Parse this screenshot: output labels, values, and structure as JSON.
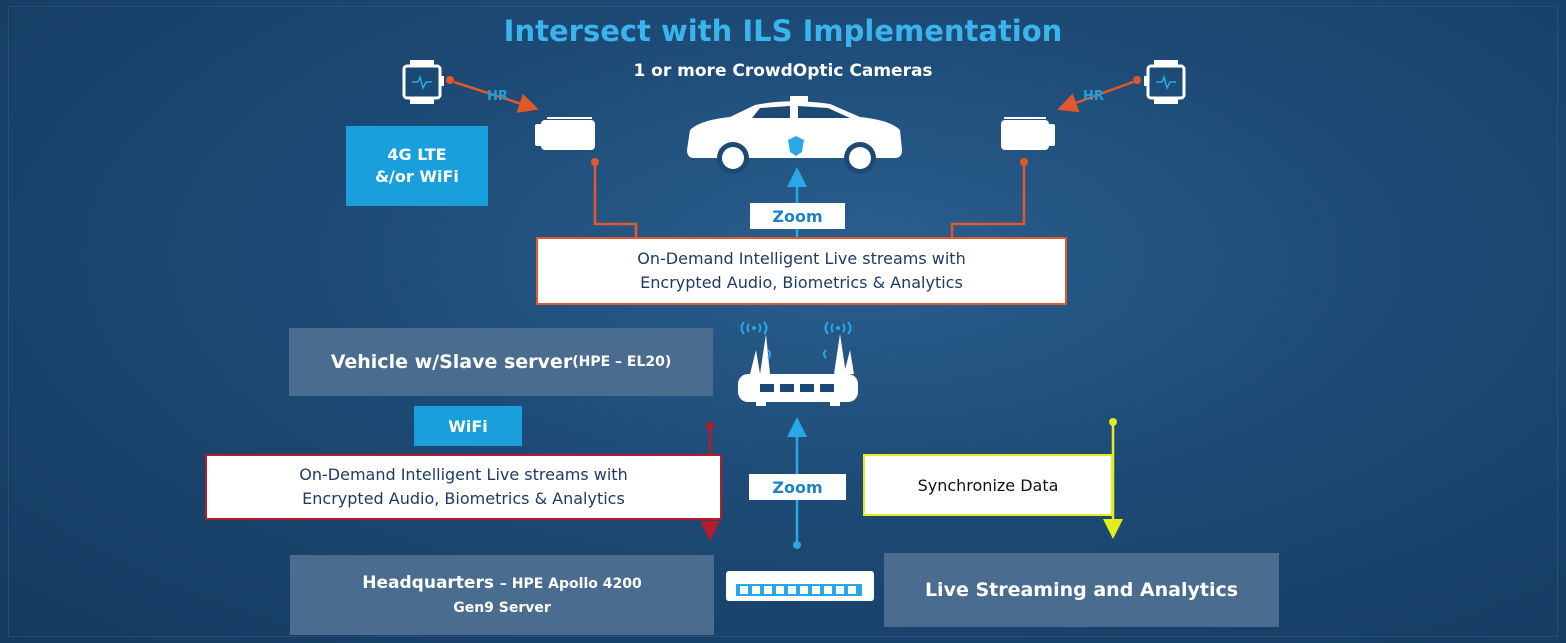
{
  "title": "Intersect with ILS Implementation",
  "subtitle": "1 or more CrowdOptic Cameras",
  "hr_left": "HR",
  "hr_right": "HR",
  "network_label": {
    "line1": "4G LTE",
    "line2": "&/or WiFi"
  },
  "zoom_top": "Zoom",
  "zoom_bottom": "Zoom",
  "stream_top": {
    "line1": "On-Demand Intelligent Live streams with",
    "line2": "Encrypted Audio, Biometrics & Analytics"
  },
  "stream_bottom": {
    "line1": "On-Demand Intelligent Live streams with",
    "line2": "Encrypted Audio, Biometrics & Analytics"
  },
  "vehicle": {
    "main": "Vehicle w/Slave server ",
    "detail": "(HPE – EL20)"
  },
  "wifi": "WiFi",
  "sync": "Synchronize Data",
  "hq": {
    "main": "Headquarters ",
    "detail": "– HPE Apollo 4200",
    "line2": "Gen9 Server"
  },
  "live": "Live Streaming and Analytics",
  "colors": {
    "accent_blue": "#19a0dc",
    "title_blue": "#3ab4ec",
    "orange": "#e2572b",
    "red": "#b31d2b",
    "yellow": "#e4ec1c",
    "panel": "#4a6d8f"
  }
}
